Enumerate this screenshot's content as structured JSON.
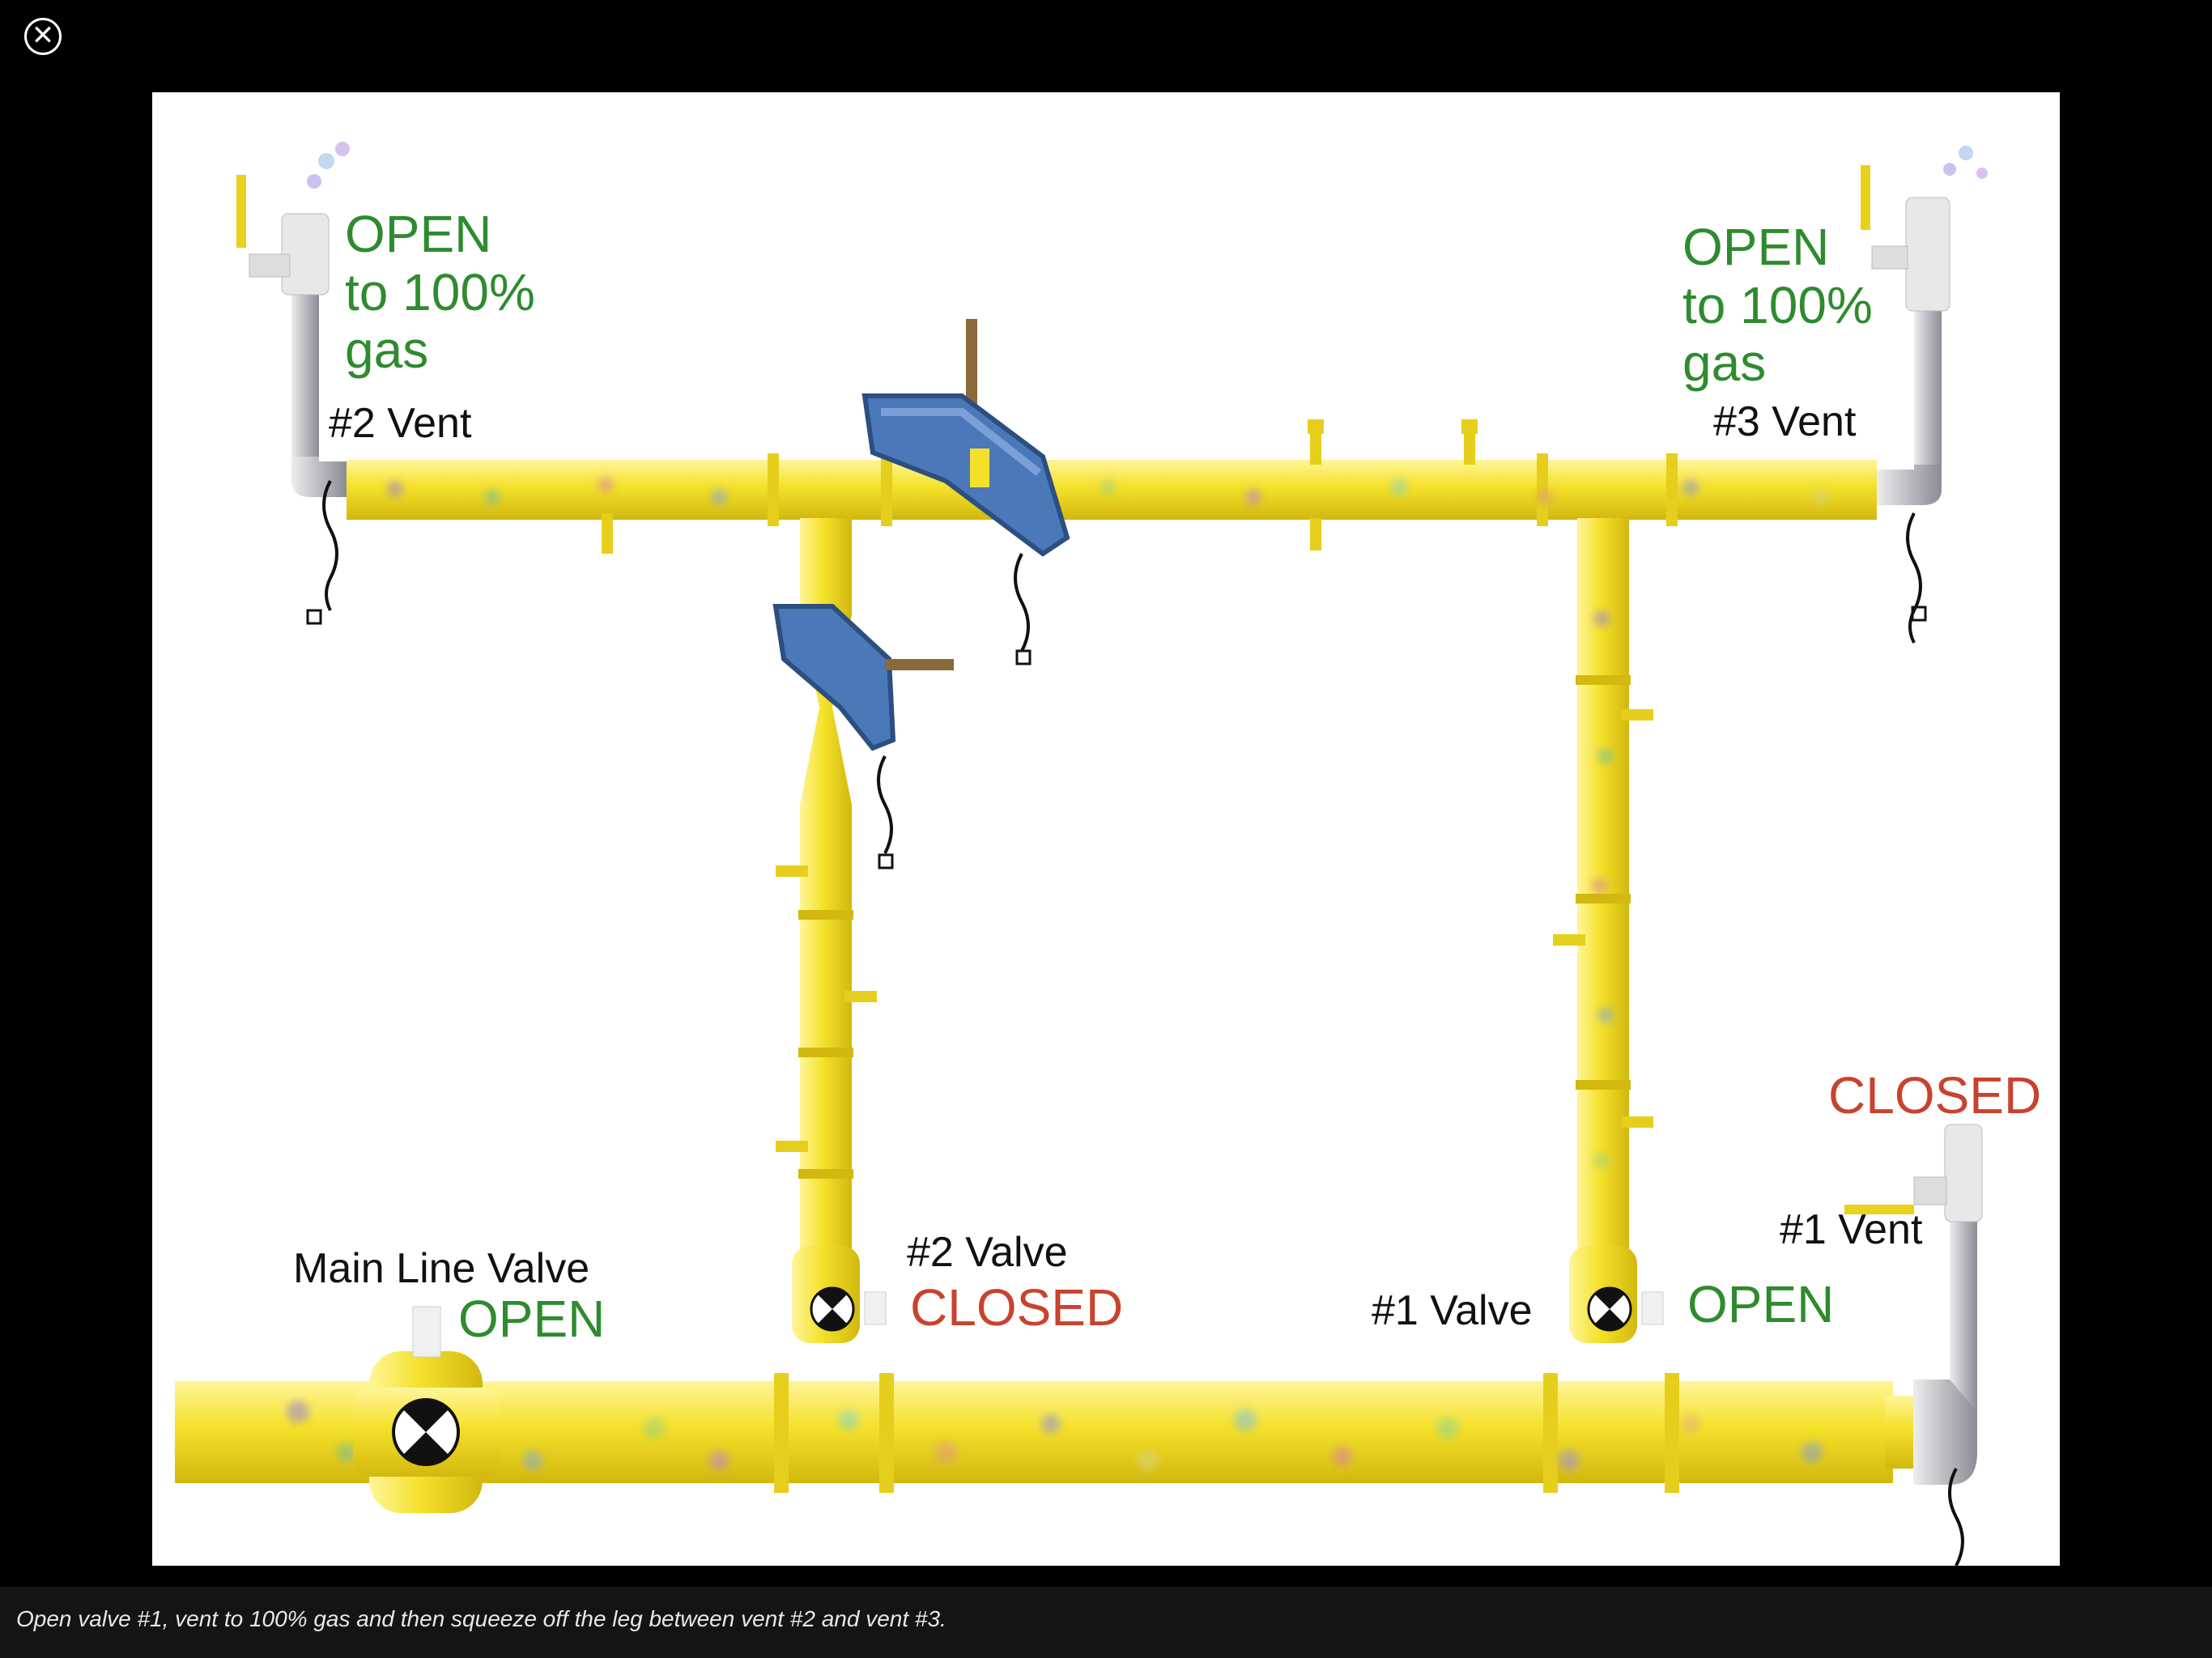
{
  "viewer": {
    "close_icon": "close-circle-icon",
    "caption": "Open valve #1, vent to 100% gas and then squeeze off the leg between vent #2 and vent #3."
  },
  "diagram": {
    "colors": {
      "pipe": "#f5e12a",
      "pipe_shade": "#d9c21a",
      "squeeze_tool": "#4a78b8",
      "vent_riser": "#c8c8cc",
      "open_text": "#2e8b2e",
      "closed_text": "#c8432e"
    },
    "vent2": {
      "status_line1": "OPEN",
      "status_line2": "to 100%",
      "status_line3": "gas",
      "label": "#2 Vent"
    },
    "vent3": {
      "status_line1": "OPEN",
      "status_line2": "to 100%",
      "status_line3": "gas",
      "label": "#3 Vent"
    },
    "vent1": {
      "status": "CLOSED",
      "label": "#1 Vent"
    },
    "main_valve": {
      "label": "Main Line Valve",
      "status": "OPEN"
    },
    "valve2": {
      "label": "#2 Valve",
      "status": "CLOSED"
    },
    "valve1": {
      "label": "#1 Valve",
      "status": "OPEN"
    }
  }
}
